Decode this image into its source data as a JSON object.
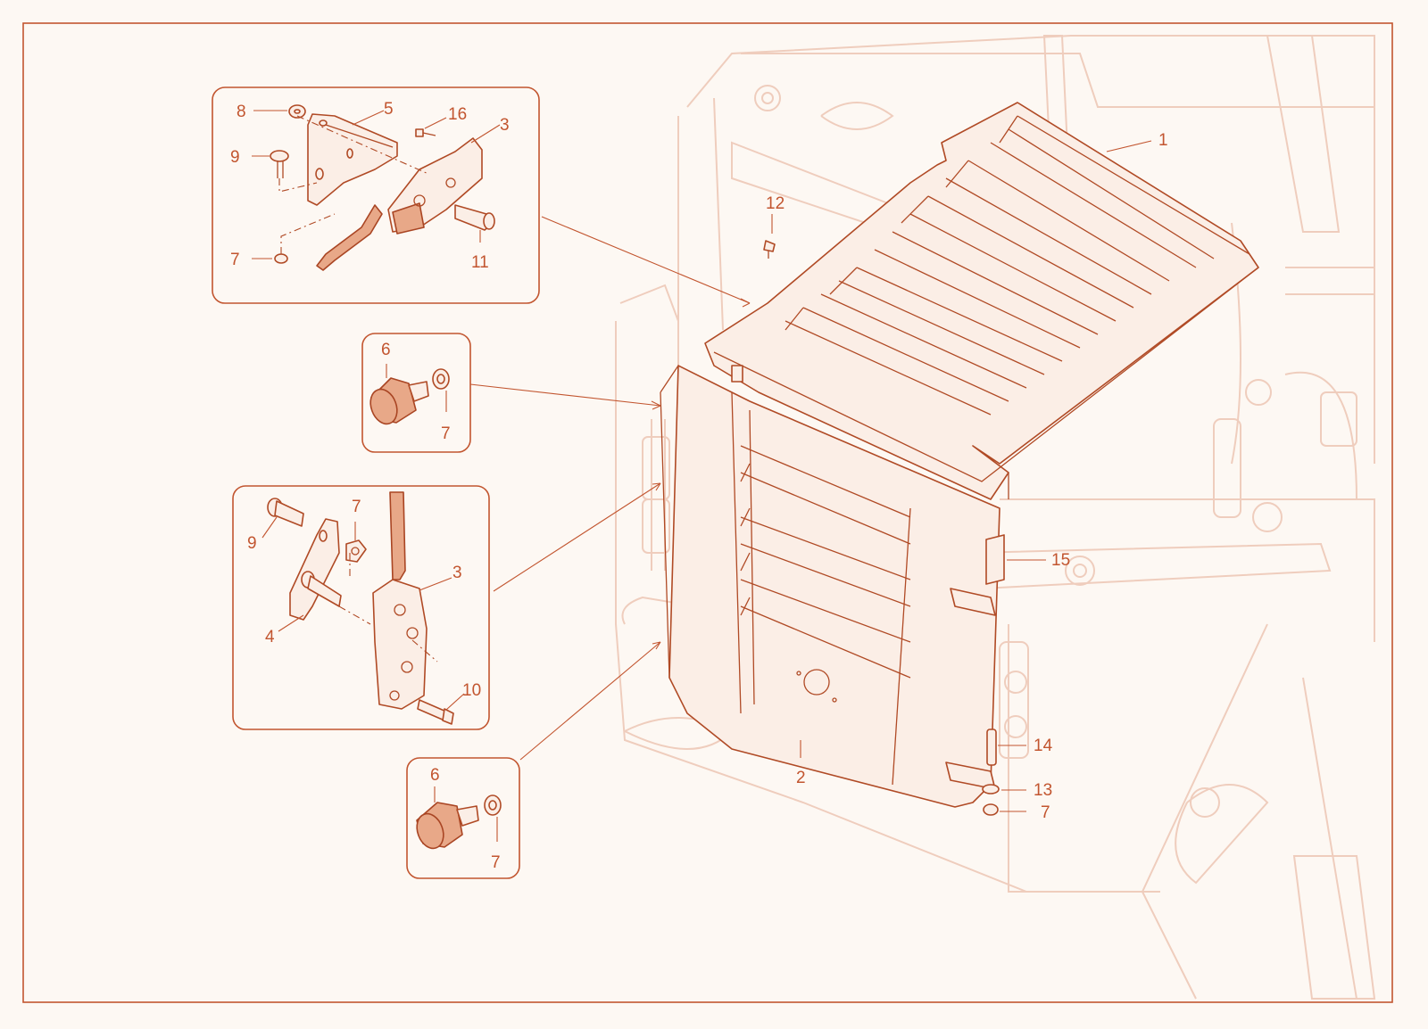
{
  "diagram": {
    "callouts": {
      "c1": "1",
      "c2": "2",
      "c12": "12",
      "c14": "14",
      "c15": "15",
      "c13": "13",
      "c7_main": "7",
      "top_inset": {
        "c8": "8",
        "c5": "5",
        "c16": "16",
        "c3": "3",
        "c9": "9",
        "c7": "7",
        "c11": "11"
      },
      "bumper_inset_upper": {
        "c6": "6",
        "c7": "7"
      },
      "latch_inset": {
        "c7": "7",
        "c9": "9",
        "c3": "3",
        "c4": "4",
        "c10": "10"
      },
      "bumper_inset_lower": {
        "c6": "6",
        "c7": "7"
      }
    },
    "colors": {
      "line": "#c2552f",
      "ghost": "#efcdbd",
      "background": "#fdf8f3",
      "rubber": "#e8a888"
    }
  }
}
